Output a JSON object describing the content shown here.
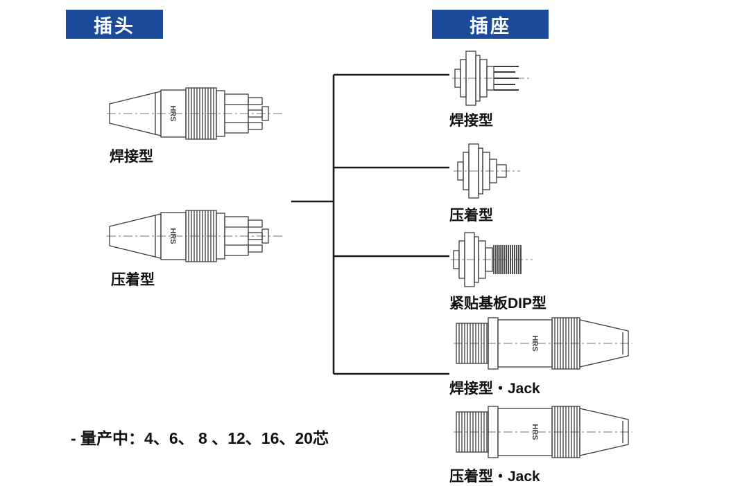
{
  "headers": {
    "plug": "插头",
    "socket": "插座",
    "badge_color": "#1b4a9b"
  },
  "plug_column": {
    "items": [
      {
        "label": "焊接型"
      },
      {
        "label": "压着型"
      }
    ]
  },
  "socket_column": {
    "items": [
      {
        "label": "焊接型"
      },
      {
        "label": "压着型"
      },
      {
        "label": "紧贴基板DIP型"
      },
      {
        "label": "焊接型・Jack"
      },
      {
        "label": "压着型・Jack"
      }
    ]
  },
  "drawings": {
    "marking": "HRS"
  },
  "footer": {
    "note": "- 量产中：4、6、 8 、12、16、20芯"
  },
  "diagram": {
    "line_color": "#1a1a1a",
    "drawing_line_color": "#3b3b3b"
  }
}
